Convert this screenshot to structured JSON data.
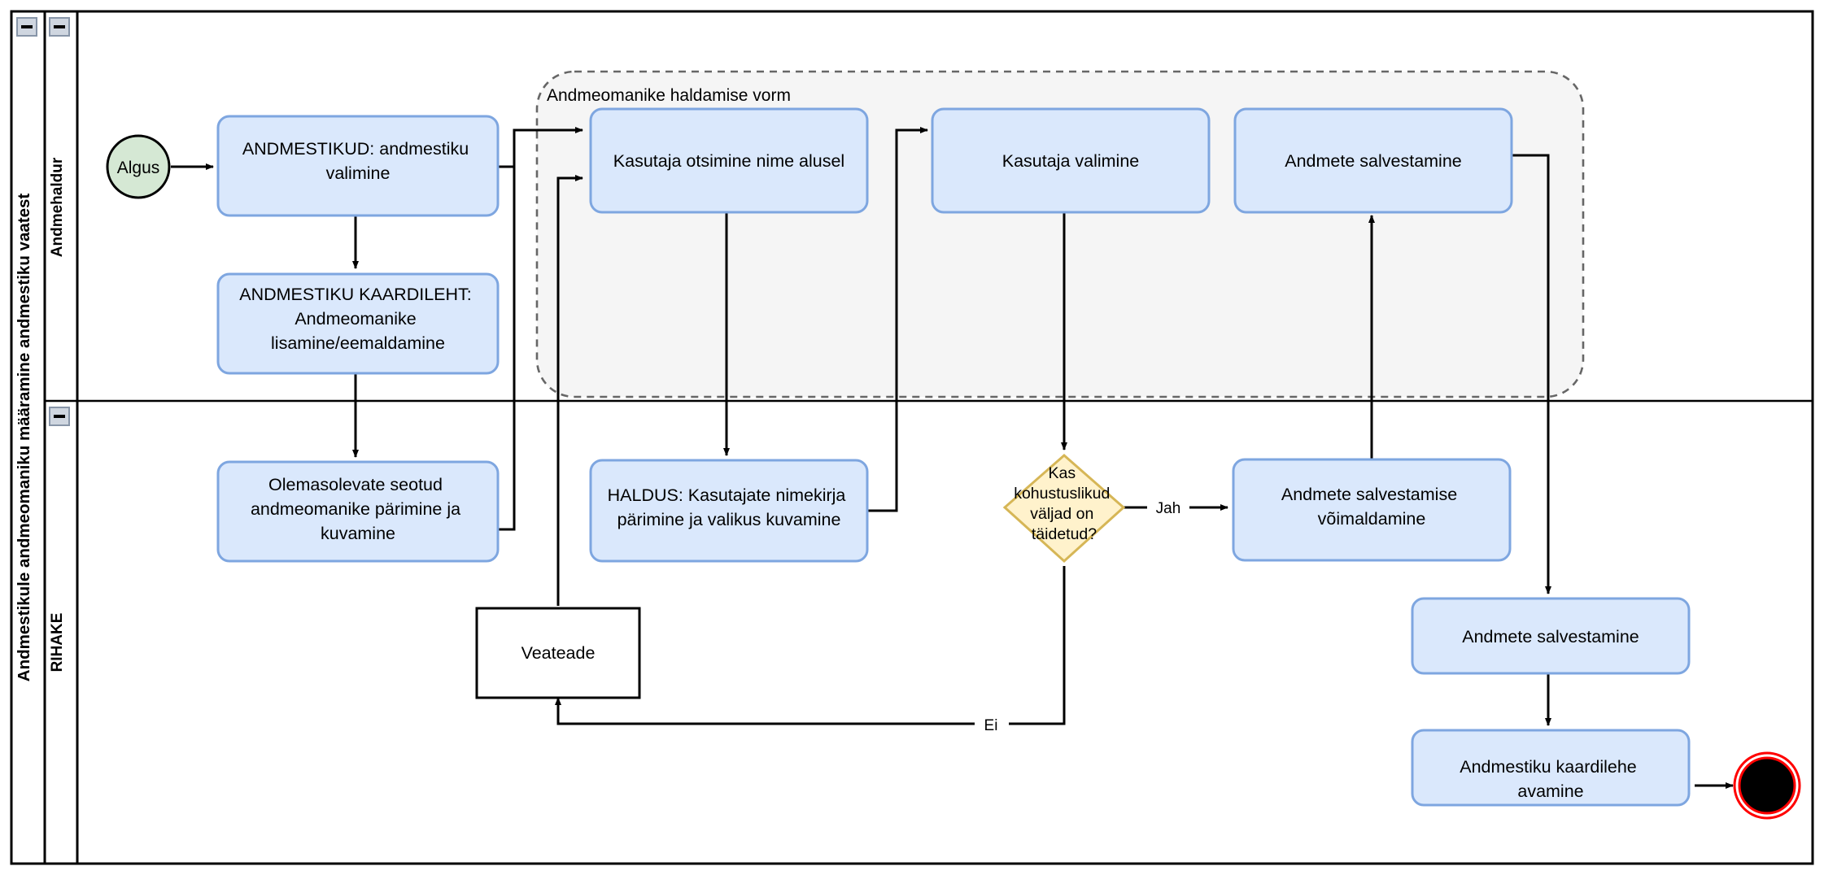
{
  "pool": {
    "title": "Andmestikule andmeomaniku määramine andmestiku vaatest",
    "collapse_icon": "minus-icon",
    "lanes": [
      {
        "label": "Andmehaldur",
        "collapse_icon": "minus-icon"
      },
      {
        "label": "RIHAKE",
        "collapse_icon": "minus-icon"
      }
    ]
  },
  "group": {
    "label": "Andmeomanike haldamise vorm",
    "fill": "#f5f5f5",
    "stroke": "#666666"
  },
  "colors": {
    "task_fill": "#dae8fc",
    "task_stroke": "#7ea6e0",
    "start_fill": "#d5e8d4",
    "start_stroke": "#000000",
    "decision_fill": "#fff2cc",
    "decision_stroke": "#d6b656",
    "end_fill": "#000000",
    "end_stroke": "#ff0000",
    "edge": "#000000",
    "lane_border": "#000000",
    "text": "#000000"
  },
  "nodes": {
    "start": {
      "label": "Algus",
      "type": "start-event"
    },
    "n1": {
      "label": "ANDMESTIKUD: andmestiku valimine",
      "type": "task"
    },
    "n2": {
      "label": "ANDMESTIKU KAARDILEHT: Andmeomanike lisamine/eemaldamine",
      "type": "task"
    },
    "n3": {
      "label": "Olemasolevate seotud andmeomanike pärimine ja kuvamine",
      "type": "task"
    },
    "n4": {
      "label": "Kasutaja otsimine nime alusel",
      "type": "task"
    },
    "n5": {
      "label": "HALDUS: Kasutajate nimekirja pärimine ja valikus kuvamine",
      "type": "task"
    },
    "n6": {
      "label": "Kasutaja valimine",
      "type": "task"
    },
    "n7": {
      "label": "Kas kohustuslikud väljad on täidetud?",
      "type": "decision"
    },
    "n8": {
      "label": "Andmete salvestamise võimaldamine",
      "type": "task"
    },
    "n9": {
      "label": "Andmete salvestamine",
      "type": "task"
    },
    "n10": {
      "label": "Andmete salvestamine",
      "type": "task"
    },
    "n11": {
      "label": "Andmestiku kaardilehe avamine",
      "type": "task"
    },
    "n12": {
      "label": "Veateade",
      "type": "message"
    },
    "end": {
      "label": "",
      "type": "end-event"
    }
  },
  "edge_labels": {
    "yes": "Jah",
    "no": "Ei"
  },
  "chart_data": {
    "type": "diagram-flowchart",
    "title": "Andmestikule andmeomaniku määramine andmestiku vaatest",
    "lanes": [
      "Andmehaldur",
      "RIHAKE"
    ],
    "edges": [
      {
        "from": "start",
        "to": "n1",
        "label": ""
      },
      {
        "from": "n1",
        "to": "n2",
        "label": ""
      },
      {
        "from": "n1",
        "to": "n4",
        "label": ""
      },
      {
        "from": "n2",
        "to": "n3",
        "label": ""
      },
      {
        "from": "n3",
        "to": "n4",
        "label": ""
      },
      {
        "from": "n4",
        "to": "n5",
        "label": ""
      },
      {
        "from": "n5",
        "to": "n6",
        "label": ""
      },
      {
        "from": "n6",
        "to": "n7",
        "label": ""
      },
      {
        "from": "n7",
        "to": "n8",
        "label": "Jah"
      },
      {
        "from": "n7",
        "to": "n12",
        "label": "Ei"
      },
      {
        "from": "n12",
        "to": "n4",
        "label": ""
      },
      {
        "from": "n8",
        "to": "n9",
        "label": ""
      },
      {
        "from": "n9",
        "to": "n10",
        "label": ""
      },
      {
        "from": "n10",
        "to": "n11",
        "label": ""
      },
      {
        "from": "n11",
        "to": "end",
        "label": ""
      }
    ]
  }
}
